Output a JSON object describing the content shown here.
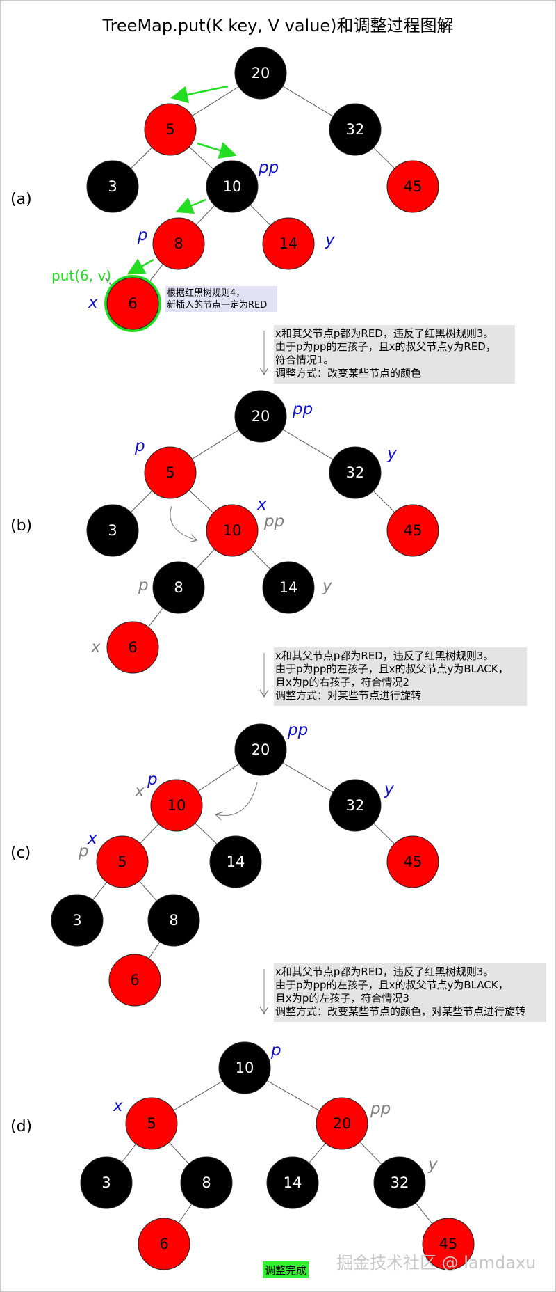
{
  "title": "TreeMap.put(K key, V value)和调整过程图解",
  "colors": {
    "red": "#ff0000",
    "black": "#000000",
    "blue": "#1010c8",
    "gray": "#808080",
    "green": "#22dd22",
    "noteBg": "#e4e4e4",
    "ruleBg": "#e2e2f4",
    "doneBg": "#33ee33"
  },
  "panels": [
    {
      "id": "a",
      "label": "(a)",
      "nodes": [
        {
          "key": "20",
          "color": "black"
        },
        {
          "key": "5",
          "color": "red"
        },
        {
          "key": "32",
          "color": "black"
        },
        {
          "key": "3",
          "color": "black"
        },
        {
          "key": "10",
          "color": "black"
        },
        {
          "key": "45",
          "color": "red"
        },
        {
          "key": "8",
          "color": "red"
        },
        {
          "key": "14",
          "color": "red"
        },
        {
          "key": "6",
          "color": "red",
          "highlight": "green"
        }
      ],
      "edges": [
        [
          "20",
          "5"
        ],
        [
          "20",
          "32"
        ],
        [
          "5",
          "3"
        ],
        [
          "5",
          "10"
        ],
        [
          "32",
          "45"
        ],
        [
          "10",
          "8"
        ],
        [
          "10",
          "14"
        ],
        [
          "8",
          "6"
        ]
      ],
      "labels": [
        {
          "text": "pp",
          "color": "blue",
          "near": "10"
        },
        {
          "text": "p",
          "color": "blue",
          "near": "8"
        },
        {
          "text": "y",
          "color": "blue",
          "near": "14"
        },
        {
          "text": "x",
          "color": "blue",
          "near": "6"
        }
      ],
      "put_call": "put(6, v)",
      "rule_note": [
        "根据红黑树规则4，",
        "新插入的节点一定为RED"
      ]
    },
    {
      "id": "b",
      "label": "(b)",
      "nodes": [
        {
          "key": "20",
          "color": "black"
        },
        {
          "key": "5",
          "color": "red"
        },
        {
          "key": "32",
          "color": "black"
        },
        {
          "key": "3",
          "color": "black"
        },
        {
          "key": "10",
          "color": "red"
        },
        {
          "key": "45",
          "color": "red"
        },
        {
          "key": "8",
          "color": "black"
        },
        {
          "key": "14",
          "color": "black"
        },
        {
          "key": "6",
          "color": "red"
        }
      ],
      "edges": [
        [
          "20",
          "5"
        ],
        [
          "20",
          "32"
        ],
        [
          "5",
          "3"
        ],
        [
          "5",
          "10"
        ],
        [
          "32",
          "45"
        ],
        [
          "10",
          "8"
        ],
        [
          "10",
          "14"
        ],
        [
          "8",
          "6"
        ]
      ],
      "labels": [
        {
          "text": "pp",
          "color": "blue",
          "near": "20"
        },
        {
          "text": "p",
          "color": "blue",
          "near": "5"
        },
        {
          "text": "y",
          "color": "blue",
          "near": "32"
        },
        {
          "text": "x",
          "color": "blue",
          "near": "10"
        },
        {
          "text": "pp",
          "color": "gray",
          "near": "10"
        },
        {
          "text": "p",
          "color": "gray",
          "near": "8"
        },
        {
          "text": "y",
          "color": "gray",
          "near": "14"
        },
        {
          "text": "x",
          "color": "gray",
          "near": "6"
        }
      ]
    },
    {
      "id": "c",
      "label": "(c)",
      "nodes": [
        {
          "key": "20",
          "color": "black"
        },
        {
          "key": "10",
          "color": "red"
        },
        {
          "key": "32",
          "color": "black"
        },
        {
          "key": "5",
          "color": "red"
        },
        {
          "key": "14",
          "color": "black"
        },
        {
          "key": "45",
          "color": "red"
        },
        {
          "key": "3",
          "color": "black"
        },
        {
          "key": "8",
          "color": "black"
        },
        {
          "key": "6",
          "color": "red"
        }
      ],
      "edges": [
        [
          "20",
          "10"
        ],
        [
          "20",
          "32"
        ],
        [
          "10",
          "5"
        ],
        [
          "10",
          "14"
        ],
        [
          "32",
          "45"
        ],
        [
          "5",
          "3"
        ],
        [
          "5",
          "8"
        ],
        [
          "8",
          "6"
        ]
      ],
      "labels": [
        {
          "text": "pp",
          "color": "blue",
          "near": "20"
        },
        {
          "text": "x",
          "color": "gray",
          "near": "10"
        },
        {
          "text": "p",
          "color": "blue",
          "near": "10"
        },
        {
          "text": "y",
          "color": "blue",
          "near": "32"
        },
        {
          "text": "x",
          "color": "blue",
          "near": "5"
        },
        {
          "text": "p",
          "color": "gray",
          "near": "5"
        }
      ]
    },
    {
      "id": "d",
      "label": "(d)",
      "nodes": [
        {
          "key": "10",
          "color": "black"
        },
        {
          "key": "5",
          "color": "red"
        },
        {
          "key": "20",
          "color": "red"
        },
        {
          "key": "3",
          "color": "black"
        },
        {
          "key": "8",
          "color": "black"
        },
        {
          "key": "14",
          "color": "black"
        },
        {
          "key": "32",
          "color": "black"
        },
        {
          "key": "6",
          "color": "red"
        },
        {
          "key": "45",
          "color": "red"
        }
      ],
      "edges": [
        [
          "10",
          "5"
        ],
        [
          "10",
          "20"
        ],
        [
          "5",
          "3"
        ],
        [
          "5",
          "8"
        ],
        [
          "20",
          "14"
        ],
        [
          "20",
          "32"
        ],
        [
          "8",
          "6"
        ],
        [
          "32",
          "45"
        ]
      ],
      "labels": [
        {
          "text": "p",
          "color": "blue",
          "near": "10"
        },
        {
          "text": "x",
          "color": "blue",
          "near": "5"
        },
        {
          "text": "pp",
          "color": "gray",
          "near": "20"
        },
        {
          "text": "y",
          "color": "gray",
          "near": "32"
        }
      ],
      "done_label": "调整完成"
    }
  ],
  "notes": [
    [
      "x和其父节点p都为RED，违反了红黑树规则3。",
      "由于p为pp的左孩子，且x的叔父节点y为RED，",
      "符合情况1。",
      "调整方式：改变某些节点的颜色"
    ],
    [
      "x和其父节点p都为RED，违反了红黑树规则3。",
      "由于p为pp的左孩子，且x的叔父节点y为BLACK，",
      "且x为p的右孩子，符合情况2",
      "调整方式：对某些节点进行旋转"
    ],
    [
      "x和其父节点p都为RED，违反了红黑树规则3。",
      "由于p为pp的左孩子，且x的叔父节点y为BLACK，",
      "且x为p的左孩子，符合情况3",
      "调整方式：改变某些节点的颜色，对某些节点进行旋转"
    ]
  ],
  "watermark": "掘金技术社区 @ lamdaxu"
}
